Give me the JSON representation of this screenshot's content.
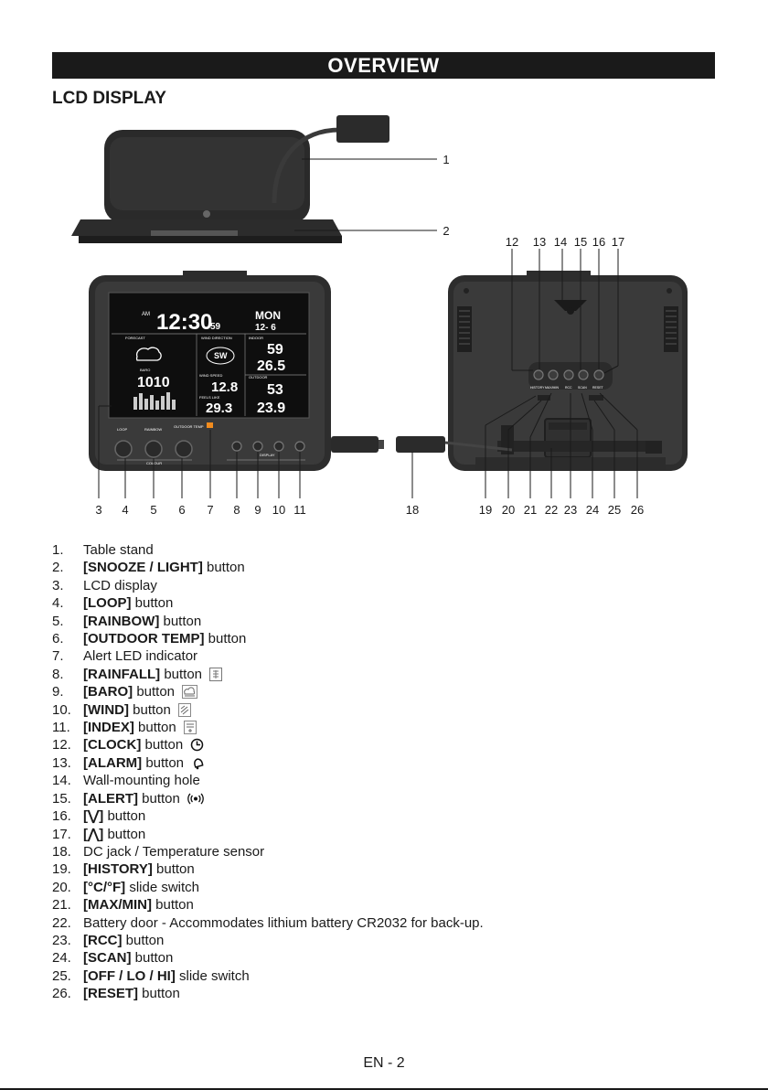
{
  "header": {
    "title": "OVERVIEW",
    "subtitle": "LCD DISPLAY"
  },
  "lcd": {
    "am": "AM",
    "time": "12:30",
    "seconds": "59",
    "day": "MON",
    "date": "12- 6",
    "forecast_label": "FORECAST",
    "wind_direction_label": "WIND DIRECTION",
    "wind_dir": "SW",
    "indoor_label": "INDOOR",
    "indoor_humidity": "59",
    "indoor_temp": "26.5",
    "baro_label": "BARO",
    "baro_value": "1010",
    "wind_speed_label": "WIND SPEED",
    "wind_speed": "12.8",
    "feels_like_label": "FEELS LIKE",
    "feels_like_temp": "29.3",
    "outdoor_label": "OUTDOOR",
    "outdoor_humidity": "53",
    "outdoor_temp": "23.9"
  },
  "front_buttons": {
    "loop": "LOOP",
    "rainbow": "RAINBOW",
    "outdoor_temp": "OUTDOOR TEMP",
    "colour": "COLOUR",
    "display": "DISPLAY"
  },
  "back_labels": {
    "history": "HISTORY",
    "maxmin": "MAX/MIN",
    "rcc": "RCC",
    "scan": "SCAN",
    "reset": "RESET"
  },
  "callouts": [
    "1",
    "2",
    "3",
    "4",
    "5",
    "6",
    "7",
    "8",
    "9",
    "10",
    "11",
    "12",
    "13",
    "14",
    "15",
    "16",
    "17",
    "18",
    "19",
    "20",
    "21",
    "22",
    "23",
    "24",
    "25",
    "26"
  ],
  "items": [
    {
      "n": "1.",
      "bold": "",
      "text": "Table stand"
    },
    {
      "n": "2.",
      "bold": "[SNOOZE / LIGHT]",
      "text": " button"
    },
    {
      "n": "3.",
      "bold": "",
      "text": "LCD display"
    },
    {
      "n": "4.",
      "bold": "[LOOP]",
      "text": " button"
    },
    {
      "n": "5.",
      "bold": "[RAINBOW]",
      "text": " button"
    },
    {
      "n": "6.",
      "bold": "[OUTDOOR TEMP]",
      "text": " button"
    },
    {
      "n": "7.",
      "bold": "",
      "text": "Alert LED indicator"
    },
    {
      "n": "8.",
      "bold": "[RAINFALL]",
      "text": " button",
      "icon": "rainfall-icon"
    },
    {
      "n": "9.",
      "bold": "[BARO]",
      "text": " button",
      "icon": "baro-icon"
    },
    {
      "n": "10.",
      "bold": "[WIND]",
      "text": " button",
      "icon": "wind-icon"
    },
    {
      "n": "11.",
      "bold": "[INDEX]",
      "text": " button",
      "icon": "index-icon"
    },
    {
      "n": "12.",
      "bold": "[CLOCK]",
      "text": " button",
      "icon": "clock-icon"
    },
    {
      "n": "13.",
      "bold": "[ALARM]",
      "text": " button",
      "icon": "bell-icon"
    },
    {
      "n": "14.",
      "bold": "",
      "text": "Wall-mounting hole"
    },
    {
      "n": "15.",
      "bold": "[ALERT]",
      "text": " button",
      "icon": "alert-icon"
    },
    {
      "n": "16.",
      "bold": "[⋁]",
      "text": " button"
    },
    {
      "n": "17.",
      "bold": "[⋀]",
      "text": " button"
    },
    {
      "n": "18.",
      "bold": "",
      "text": "DC jack / Temperature sensor"
    },
    {
      "n": "19.",
      "bold": "[HISTORY]",
      "text": " button"
    },
    {
      "n": "20.",
      "bold": "[°C/°F]",
      "text": " slide switch"
    },
    {
      "n": "21.",
      "bold": "[MAX/MIN]",
      "text": " button"
    },
    {
      "n": "22.",
      "bold": "",
      "text": "Battery door - Accommodates lithium battery CR2032 for back-up."
    },
    {
      "n": "23.",
      "bold": "[RCC]",
      "text": " button"
    },
    {
      "n": "24.",
      "bold": "[SCAN]",
      "text": " button"
    },
    {
      "n": "25.",
      "bold": "[OFF / LO / HI]",
      "text": " slide switch"
    },
    {
      "n": "26.",
      "bold": "[RESET]",
      "text": " button"
    }
  ],
  "footer": {
    "page": "EN - 2"
  }
}
